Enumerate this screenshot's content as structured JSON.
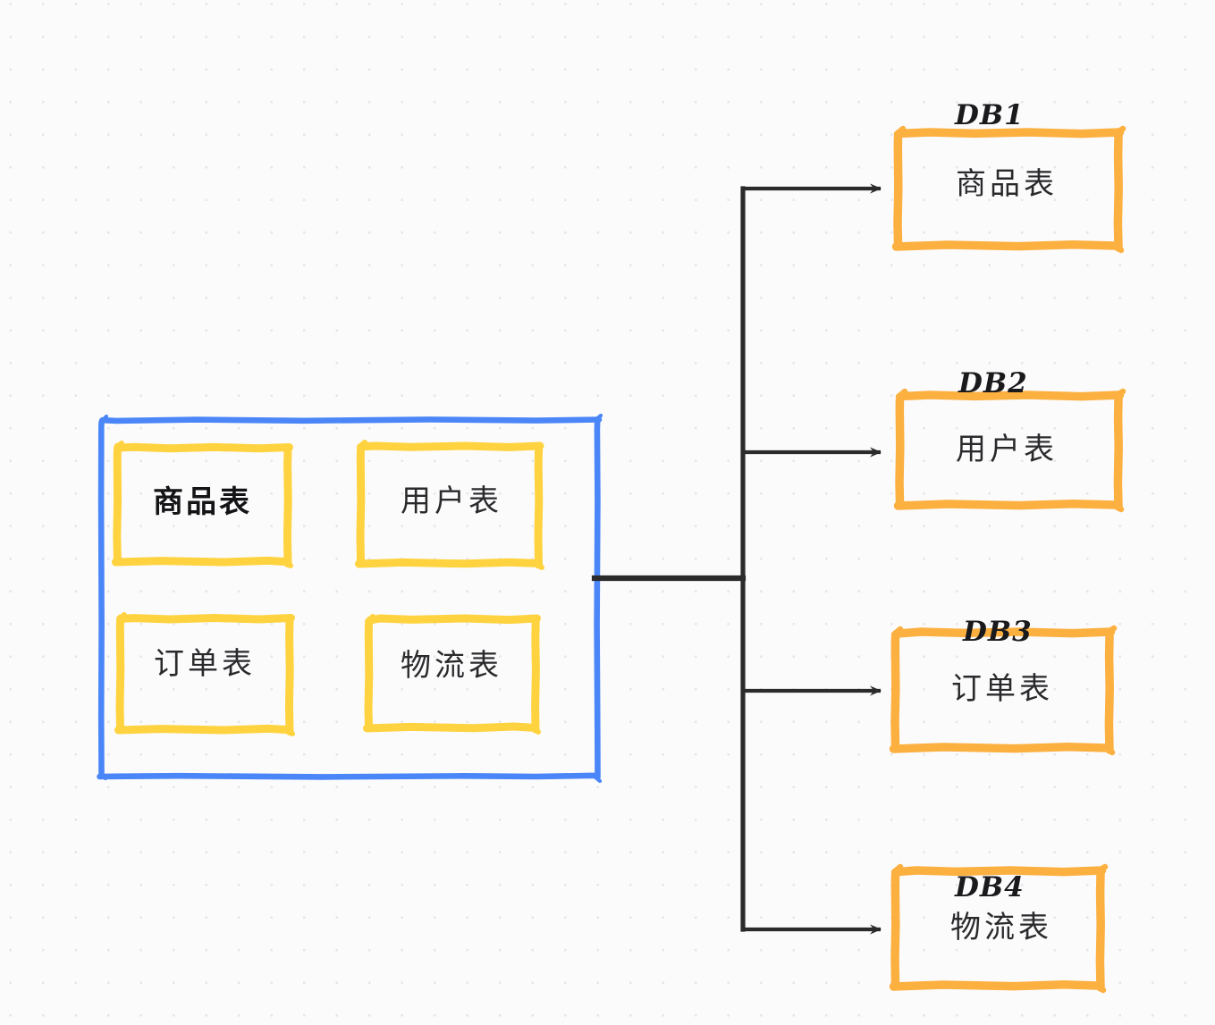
{
  "diagram": {
    "type": "database-sharding-architecture",
    "background": {
      "color": "#fbfbfc",
      "grid": "dot-grid",
      "dot_color": "#e6e6e9"
    },
    "colors": {
      "source_group_border": "#4a86f7",
      "source_table_border": "#ffd33f",
      "shard_border": "#fcb040",
      "connector": "#2b2b2b",
      "text": "#1c1c1e"
    },
    "source_group": {
      "name": "single-database-group",
      "tables": [
        {
          "label": "商品表",
          "emphasis": "bold"
        },
        {
          "label": "用户表",
          "emphasis": "normal"
        },
        {
          "label": "订单表",
          "emphasis": "normal"
        },
        {
          "label": "物流表",
          "emphasis": "normal"
        }
      ]
    },
    "shards": [
      {
        "tag": "DB1",
        "label": "商品表",
        "tag_position": "above-border"
      },
      {
        "tag": "DB2",
        "label": "用户表",
        "tag_position": "above-border"
      },
      {
        "tag": "DB3",
        "label": "订单表",
        "tag_position": "on-border"
      },
      {
        "tag": "DB4",
        "label": "物流表",
        "tag_position": "inside"
      }
    ],
    "connectors": {
      "trunk_label": "",
      "arrow_count": 4,
      "style": "orthogonal-branch"
    }
  }
}
